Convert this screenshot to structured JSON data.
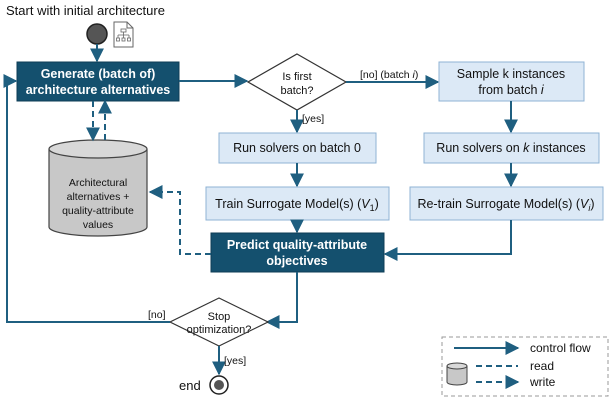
{
  "start_label": "Start with initial architecture",
  "nodes": {
    "generate": [
      "Generate (batch of)",
      "architecture alternatives"
    ],
    "is_first": [
      "Is first",
      "batch?"
    ],
    "sample": [
      "Sample k instances",
      "from batch "
    ],
    "sample_i": "i",
    "run_batch0": "Run solvers on batch 0",
    "run_k_prefix": "Run solvers on ",
    "run_k_var": "k",
    "run_k_suffix": " instances",
    "train_prefix": "Train Surrogate Model(s) (",
    "train_var": "V",
    "train_sub": "1",
    "retrain_prefix": "Re-train Surrogate Model(s) (",
    "retrain_var": "V",
    "retrain_sub": "i",
    "predict": [
      "Predict quality-attribute",
      "objectives"
    ],
    "stop": [
      "Stop",
      "optimization?"
    ],
    "end": "end",
    "database": [
      "Architectural",
      "alternatives +",
      "quality-attribute",
      "values"
    ]
  },
  "edge_labels": {
    "no_batch_prefix": "[no] (batch ",
    "no_batch_var": "i",
    "no_batch_suffix": ")",
    "yes_first": "[yes]",
    "no_stop": "[no]",
    "yes_stop": "[yes]"
  },
  "legend": {
    "control_flow": "control flow",
    "read": "read",
    "write": "write"
  },
  "colors": {
    "dark_box": "#14506e",
    "light_box": "#dce9f6",
    "arrow": "#1f5f80",
    "db_fill": "#c8c8c8"
  }
}
